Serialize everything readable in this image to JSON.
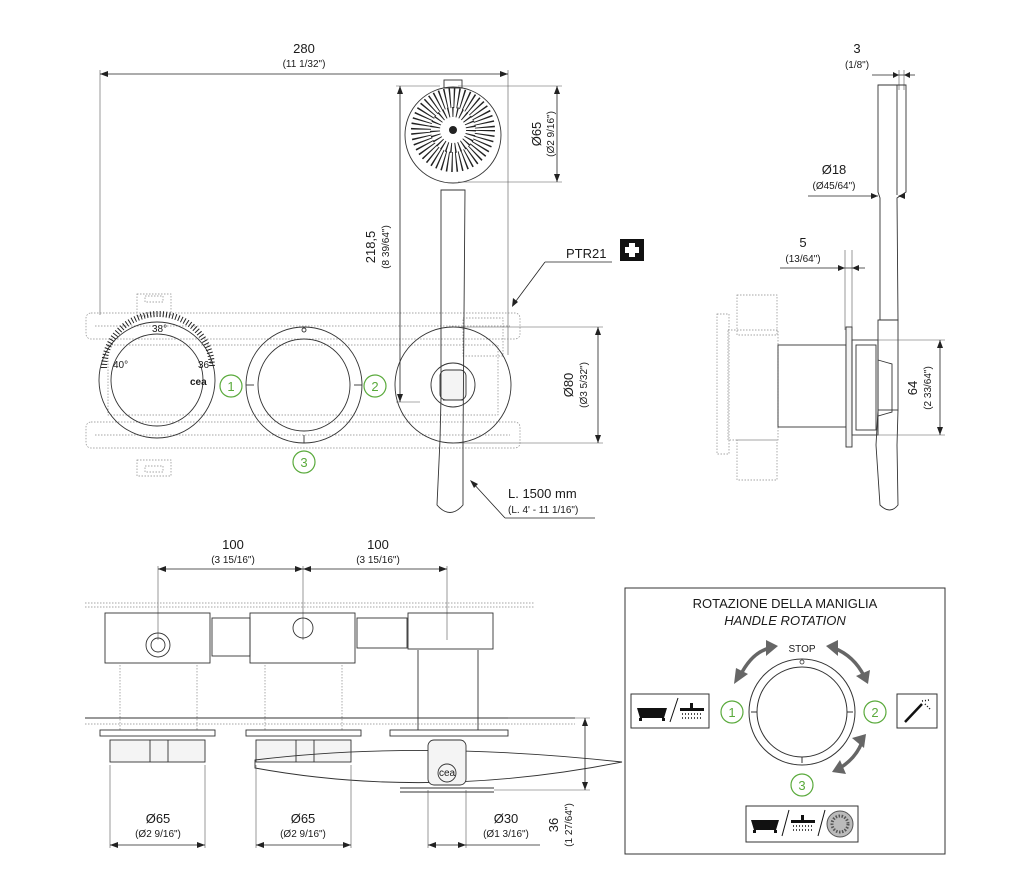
{
  "dimensions": {
    "width_total": {
      "main": "280",
      "sub": "(11 1/32\")"
    },
    "head_diameter": {
      "main": "Ø65",
      "sub": "(Ø2 9/16\")"
    },
    "height": {
      "main": "218,5",
      "sub": "(8 39/64\")"
    },
    "part_code": "PTR21",
    "flange_diameter": {
      "main": "Ø80",
      "sub": "(Ø3 5/32\")"
    },
    "hose_length": {
      "main": "L. 1500 mm",
      "sub": "(L. 4' - 11 1/16\")"
    },
    "side_thickness": {
      "main": "3",
      "sub": "(1/8\")"
    },
    "handle_diameter": {
      "main": "Ø18",
      "sub": "(Ø45/64\")"
    },
    "side_offset": {
      "main": "5",
      "sub": "(13/64\")"
    },
    "side_height": {
      "main": "64",
      "sub": "(2 33/64\")"
    },
    "spacing_1": {
      "main": "100",
      "sub": "(3 15/16\")"
    },
    "spacing_2": {
      "main": "100",
      "sub": "(3 15/16\")"
    },
    "knob_1": {
      "main": "Ø65",
      "sub": "(Ø2 9/16\")"
    },
    "knob_2": {
      "main": "Ø65",
      "sub": "(Ø2 9/16\")"
    },
    "outlet": {
      "main": "Ø30",
      "sub": "(Ø1 3/16\")"
    },
    "depth": {
      "main": "36",
      "sub": "(1 27/64\")"
    }
  },
  "markers": [
    "1",
    "2",
    "3"
  ],
  "brand_mark": "cea",
  "thermo_labels": [
    "40°",
    "38°",
    "36°"
  ],
  "rotation_box": {
    "title": "ROTAZIONE DELLA MANIGLIA",
    "subtitle": "HANDLE ROTATION",
    "stop_label": "STOP",
    "positions": [
      "1",
      "2",
      "3"
    ],
    "icons": [
      "bathtub-icon",
      "shower-head-icon",
      "hand-shower-icon",
      "aerator-icon"
    ]
  },
  "colors": {
    "accent_green": "#5aaa3c",
    "line": "#333333"
  }
}
